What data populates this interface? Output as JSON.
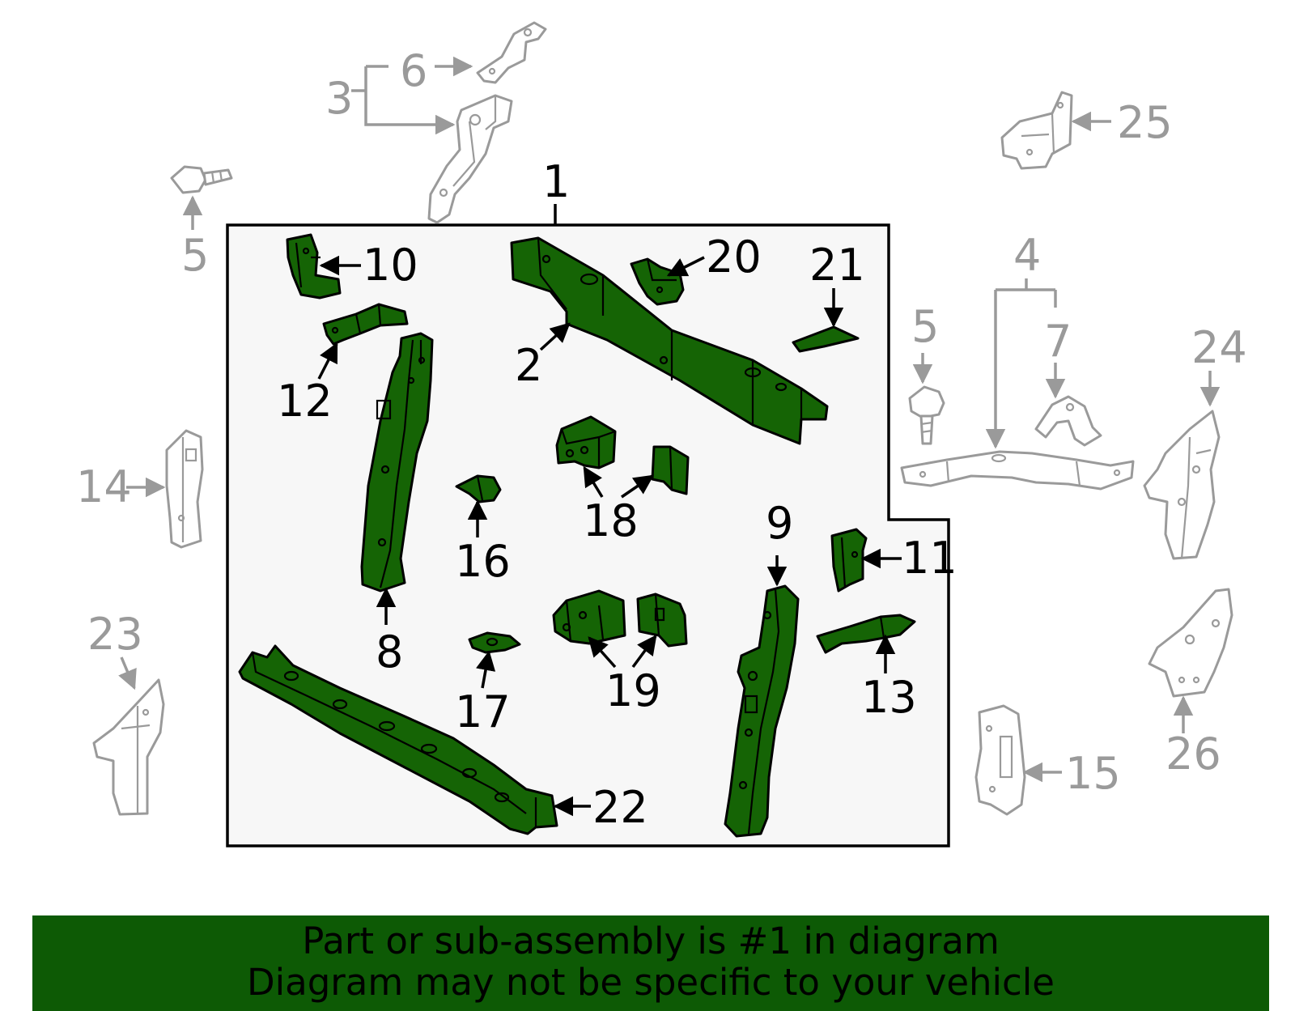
{
  "colors": {
    "highlight_fill": "#156405",
    "active_outline": "#000000",
    "inactive_outline": "#9a9a9a",
    "assembly_box_fill": "#f7f7f7",
    "banner_background": "#0d5a05",
    "banner_text": "#000000"
  },
  "callouts": {
    "c1": "1",
    "c2": "2",
    "c3": "3",
    "c4": "4",
    "c5a": "5",
    "c5b": "5",
    "c6": "6",
    "c7": "7",
    "c8": "8",
    "c9": "9",
    "c10": "10",
    "c11": "11",
    "c12": "12",
    "c13": "13",
    "c14": "14",
    "c15": "15",
    "c16": "16",
    "c17": "17",
    "c18": "18",
    "c19": "19",
    "c20": "20",
    "c21": "21",
    "c22": "22",
    "c23": "23",
    "c24": "24",
    "c25": "25",
    "c26": "26"
  },
  "banner": {
    "line1": "Part or sub-assembly is #1 in diagram",
    "line2": "Diagram may not be specific to your vehicle"
  }
}
